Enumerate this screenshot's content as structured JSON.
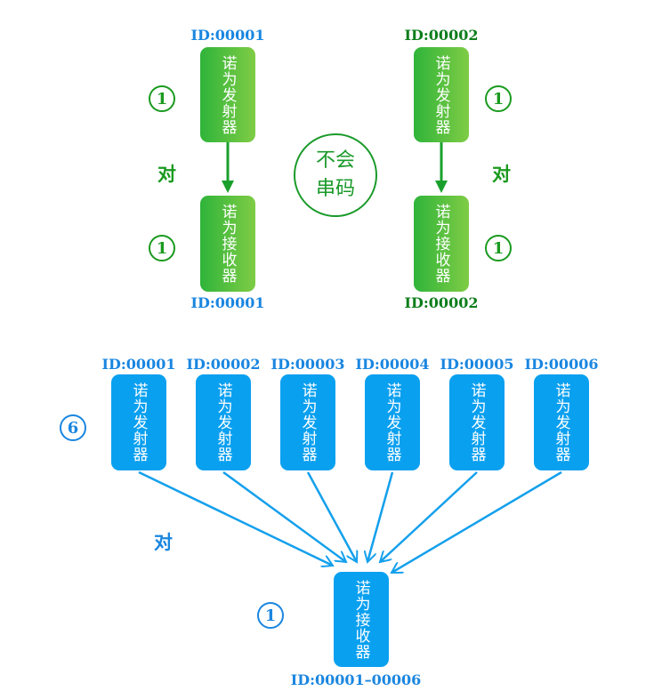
{
  "top_left": {
    "id_top": "ID:00001",
    "transmitter": "诺为发射器",
    "receiver": "诺为接收器",
    "id_bottom": "ID:00001",
    "count_tx": "1",
    "count_rx": "1",
    "pair_word": "对"
  },
  "top_right": {
    "id_top": "ID:00002",
    "transmitter": "诺为发射器",
    "receiver": "诺为接收器",
    "id_bottom": "ID:00002",
    "count_tx": "1",
    "count_rx": "1",
    "pair_word": "对"
  },
  "badge": {
    "line1": "不会",
    "line2": "串码"
  },
  "bottom": {
    "transmitters": [
      {
        "id": "ID:00001",
        "label": "诺为发射器"
      },
      {
        "id": "ID:00002",
        "label": "诺为发射器"
      },
      {
        "id": "ID:00003",
        "label": "诺为发射器"
      },
      {
        "id": "ID:00004",
        "label": "诺为发射器"
      },
      {
        "id": "ID:00005",
        "label": "诺为发射器"
      },
      {
        "id": "ID:00006",
        "label": "诺为发射器"
      }
    ],
    "count_tx": "6",
    "pair_word": "对",
    "receiver": "诺为接收器",
    "count_rx": "1",
    "receiver_id": "ID:00001–00006"
  },
  "colors": {
    "green_text": "#0d7d1c",
    "green_circle": "#1a9a1f",
    "blue": "#1a86e0",
    "blue_box": "#0aa0f0",
    "arrow_blue": "#14a0ec",
    "arrow_green": "#19a02c"
  }
}
